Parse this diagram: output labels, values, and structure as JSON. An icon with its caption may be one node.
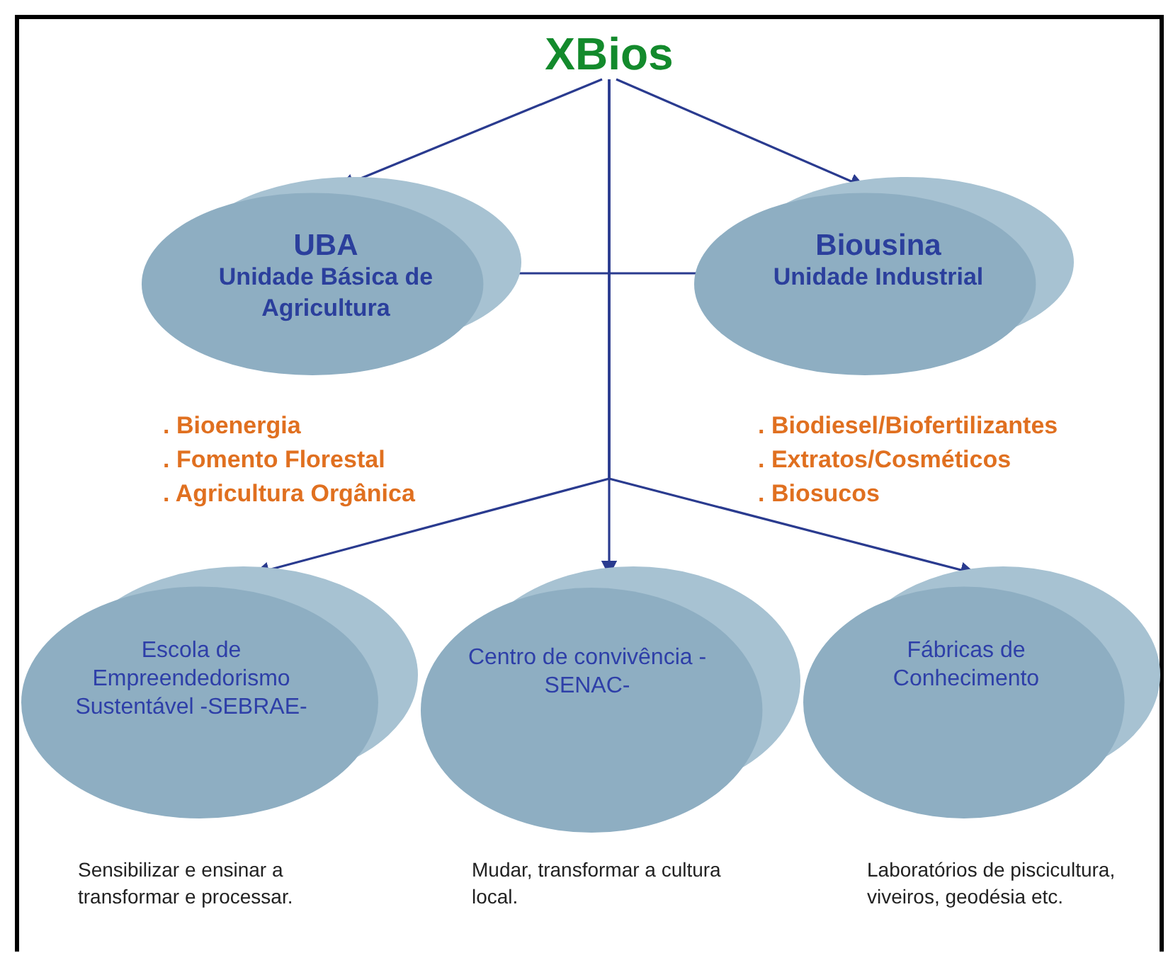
{
  "diagram": {
    "nodes": [
      {
        "text": [
          "XBios"
        ]
      },
      {
        "text": [
          "UBA",
          "Unidade Básica de Agricultura"
        ],
        "beside": [
          ". Bioenergia",
          ". Fomento Florestal",
          ". Agricultura Orgânica"
        ]
      },
      {
        "text": [
          "Biousina",
          "Unidade Industrial"
        ],
        "beside": [
          ". Biodiesel/Biofertilizantes",
          ". Extratos/Cosméticos",
          ". Biosucos"
        ]
      },
      {
        "text": [
          "Escola de Empreendedorismo Sustentável -SEBRAE-"
        ],
        "beside": [
          "Sensibilizar e ensinar a transformar e processar."
        ]
      },
      {
        "text": [
          "Centro de convivência -SENAC-"
        ],
        "beside": [
          "Mudar, transformar a cultura local."
        ]
      },
      {
        "text": [
          "Fábricas de Conhecimento"
        ],
        "beside": [
          "Laboratórios de piscicultura, viveiros, geodésia etc."
        ]
      }
    ],
    "edges": [
      {
        "from": 0,
        "to": 1,
        "arrow": "to"
      },
      {
        "from": 0,
        "to": 2,
        "arrow": "to"
      },
      {
        "from": 1,
        "to": 2,
        "arrow": "none"
      },
      {
        "from": 0,
        "to": 3,
        "arrow": "to"
      },
      {
        "from": 0,
        "to": 4,
        "arrow": "to"
      },
      {
        "from": 0,
        "to": 5,
        "arrow": "to"
      }
    ]
  }
}
